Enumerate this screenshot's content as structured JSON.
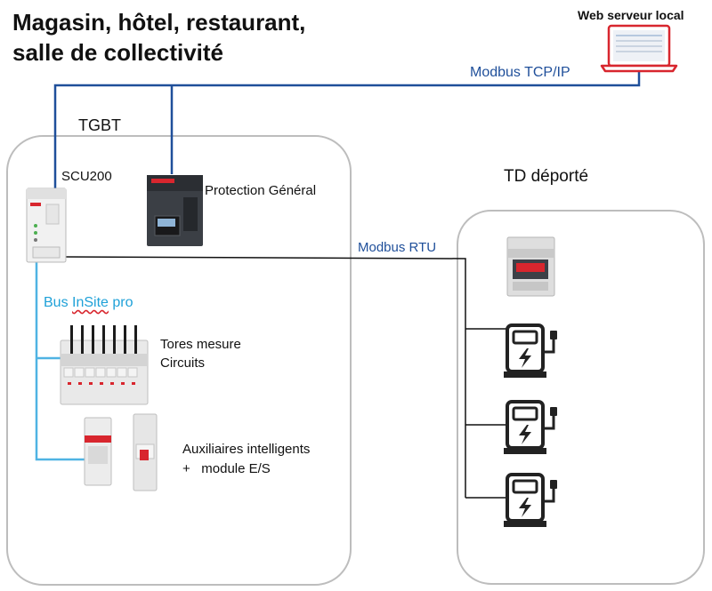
{
  "title": {
    "line1": "Magasin, hôtel, restaurant,",
    "line2": "salle de collectivité"
  },
  "labels": {
    "web_server": "Web serveur local",
    "modbus_tcp": "Modbus TCP/IP",
    "tgbt": "TGBT",
    "td_deporte": "TD déporté",
    "scu200": "SCU200",
    "protection": "Protection Général",
    "modbus_rtu": "Modbus RTU",
    "bus_insite_prefix": "Bus ",
    "bus_insite_word": "InSite",
    "bus_insite_suffix": " pro",
    "tores_line1": "Tores mesure",
    "tores_line2": "Circuits",
    "aux_line1": "Auxiliaires intelligents",
    "aux_line2": "+   module E/S"
  },
  "colors": {
    "modbus_tcp_line": "#1f4f9a",
    "insite_bus_line": "#4fb3e3",
    "rtu_line": "#111111",
    "laptop": "#d8262e",
    "charger": "#222222",
    "panel_border": "#bdbdbd"
  },
  "icons": [
    "laptop-icon",
    "scu200-device-icon",
    "breaker-icon",
    "meter-icon",
    "current-sensor-icon",
    "auxiliary-module-icon",
    "ev-charger-icon"
  ]
}
